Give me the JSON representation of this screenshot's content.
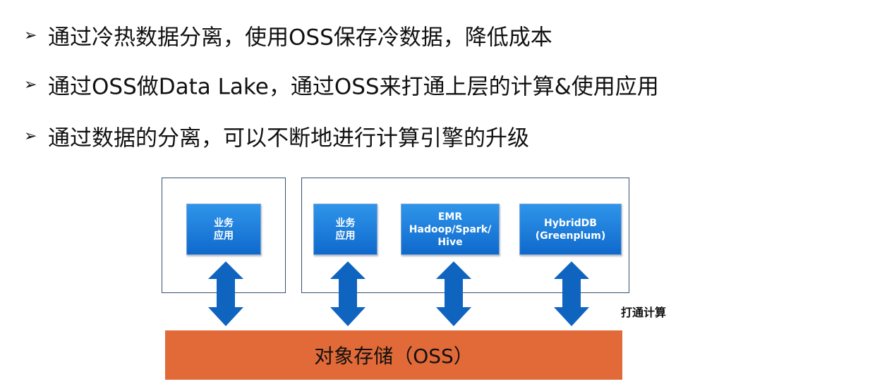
{
  "bullets": [
    {
      "marker": "➢",
      "text": "通过冷热数据分离，使用OSS保存冷数据，降低成本"
    },
    {
      "marker": "➢",
      "text": "通过OSS做Data Lake，通过OSS来打通上层的计算&使用应用"
    },
    {
      "marker": "➢",
      "text": "通过数据的分离，可以不断地进行计算引擎的升级"
    }
  ],
  "diagram": {
    "nodes": [
      {
        "label": "业务\n应用"
      },
      {
        "label": "业务\n应用"
      },
      {
        "label": "EMR\nHadoop/Spark/\nHive"
      },
      {
        "label": "HybridDB\n(Greenplum)"
      }
    ],
    "side_label": "打通计算",
    "storage_label": "对象存储（OSS）",
    "colors": {
      "node_fill": "#1a7ad9",
      "arrow_fill": "#0f64c0",
      "storage_fill": "#e26a38",
      "group_border": "#35506e"
    }
  }
}
